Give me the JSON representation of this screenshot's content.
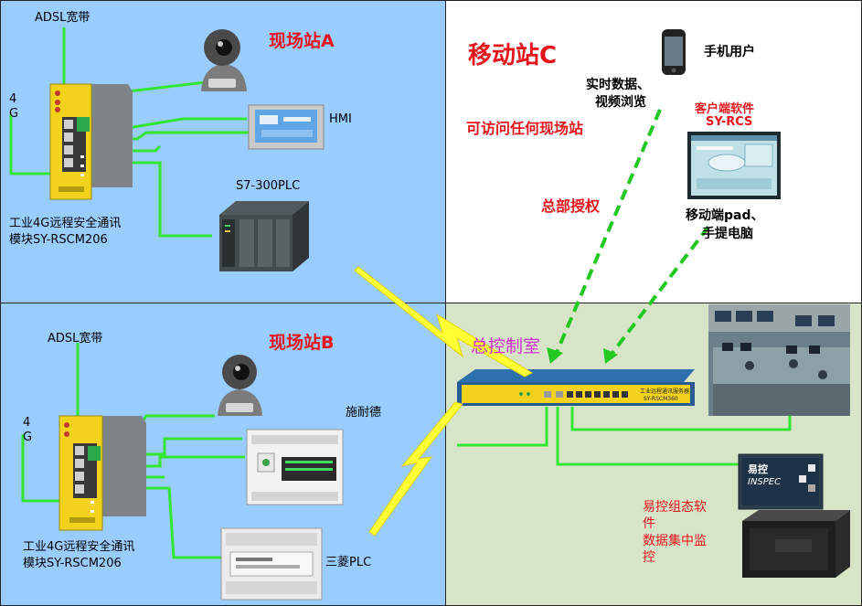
{
  "station_a": {
    "title": "现场站A",
    "adsl": "ADSL宽带",
    "g4": "4",
    "g4_g": "G",
    "hmi": "HMI",
    "plc": "S7-300PLC",
    "module_line1": "工业4G远程安全通讯",
    "module_line2": "模块SY-RSCM206"
  },
  "station_b": {
    "title": "现场站B",
    "adsl": "ADSL宽带",
    "g4": "4",
    "g4_g": "G",
    "schneider": "施耐德",
    "mitsubishi": "三菱PLC",
    "module_line1": "工业4G远程安全通讯",
    "module_line2": "模块SY-RSCM206"
  },
  "mobile": {
    "title": "移动站C",
    "phone_user": "手机用户",
    "realtime_line1": "实时数据、",
    "realtime_line2": "视频浏览",
    "client_line1": "客户端软件",
    "client_line2": "SY-RCS",
    "access": "可访问任何现场站",
    "auth": "总部授权",
    "pad_line1": "移动端pad、",
    "pad_line2": "手提电脑"
  },
  "control": {
    "title": "总控制室",
    "server_model": "SY-RSCM360",
    "server_name": "工业远程通讯服务器",
    "software_line1": "易控组态软",
    "software_line2": "件",
    "software_line3": "数据集中监",
    "software_line4": "控",
    "inspec_logo": "易控",
    "inspec_sub": "INSPEC"
  },
  "colors": {
    "site_bg": "#99ccff",
    "control_bg": "#d8e4c8",
    "cable": "#33e633",
    "label_red": "#e8141c",
    "control_title": "#cc33cc",
    "lightning": "#ffff00",
    "module_body": "#f2d21a"
  }
}
